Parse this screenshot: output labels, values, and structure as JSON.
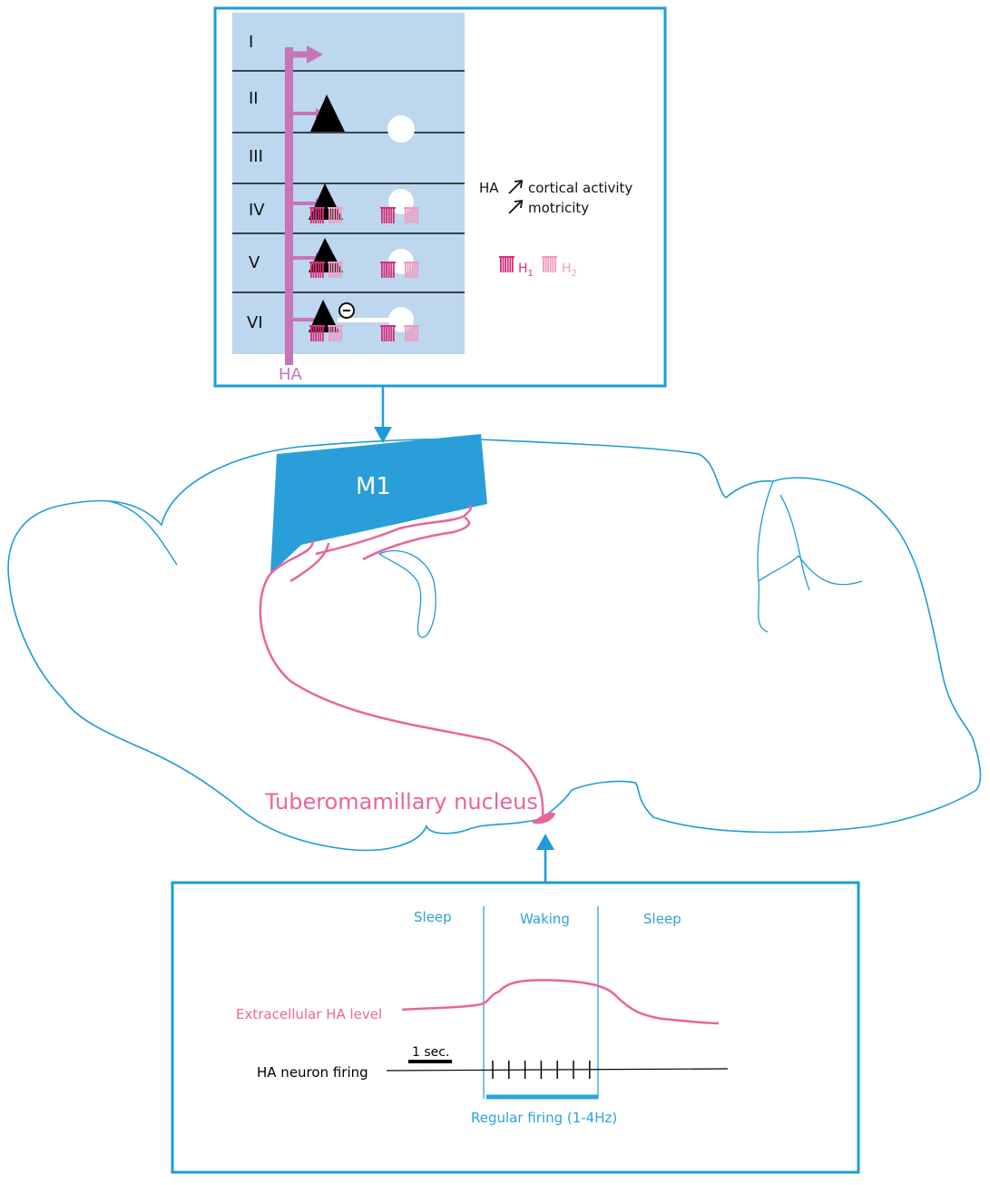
{
  "colors": {
    "frame": "#1e9bd7",
    "brain_outline": "#1e9bd7",
    "m1_fill": "#2a9ed8",
    "layer_bg": "#bcd7ee",
    "ha_axon": "#c774b8",
    "ha_pathway": "#e8659c",
    "receptor_h1": "#d6307a",
    "receptor_h2": "#ef9bc0",
    "wake_sleep_label": "#2aa3dc",
    "text_dark": "#111111"
  },
  "cortex_panel": {
    "layers": [
      "I",
      "II",
      "III",
      "IV",
      "V",
      "VI"
    ],
    "axon_label": "HA",
    "inhibition_symbol": "⊖",
    "effect": {
      "source": "HA",
      "lines": [
        "cortical activity",
        "motricity"
      ],
      "arrow_icon": "north-east-arrow"
    },
    "legend": [
      {
        "label": "H",
        "subscript": "1",
        "color": "#d6307a"
      },
      {
        "label": "H",
        "subscript": "2",
        "color": "#ef9bc0"
      }
    ]
  },
  "brain": {
    "region_label": "M1",
    "nucleus_label": "Tuberomamillary nucleus"
  },
  "activity_panel": {
    "states": [
      "Sleep",
      "Waking",
      "Sleep"
    ],
    "level_label": "Extracellular HA level",
    "firing_label": "HA neuron firing",
    "scale_bar_label": "1 sec.",
    "regular_firing_label": "Regular firing  (1-4Hz)",
    "spike_count": 7
  }
}
